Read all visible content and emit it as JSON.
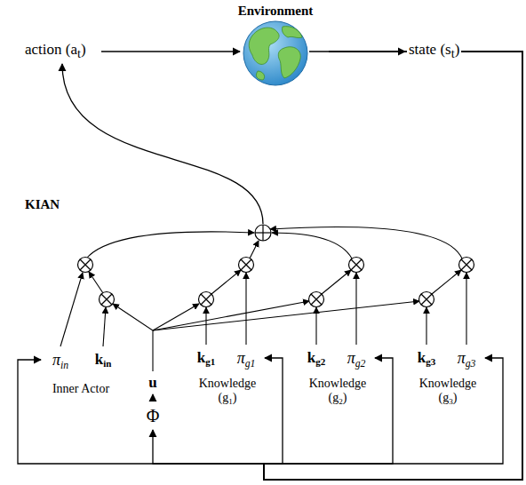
{
  "diagram": {
    "nodes": [
      {
        "text": [
          "Environment"
        ]
      },
      {
        "text": [
          "KIAN"
        ]
      },
      {
        "text": [
          "Inner Actor"
        ],
        "in": 1
      },
      {
        "text": [
          "πin"
        ],
        "in": 2
      },
      {
        "text": [
          "kin"
        ],
        "in": 2
      },
      {
        "text": [
          "u"
        ],
        "in": 1
      },
      {
        "text": [
          "Φ"
        ],
        "in": 1
      },
      {
        "text": [
          "Knowledge (g1)"
        ],
        "in": 1
      },
      {
        "text": [
          "kg1"
        ],
        "in": 7
      },
      {
        "text": [
          "πg1"
        ],
        "in": 7
      },
      {
        "text": [
          "Knowledge (g2)"
        ],
        "in": 1
      },
      {
        "text": [
          "kg2"
        ],
        "in": 10
      },
      {
        "text": [
          "πg2"
        ],
        "in": 10
      },
      {
        "text": [
          "Knowledge (g3)"
        ],
        "in": 1
      },
      {
        "text": [
          "kg3"
        ],
        "in": 13
      },
      {
        "text": [
          "πg3"
        ],
        "in": 13
      }
    ],
    "edges": [
      {
        "from": 6,
        "to": 5,
        "arrow": "to"
      },
      {
        "from": 0,
        "to": 3,
        "arrow": "to"
      },
      {
        "from": 0,
        "to": 6,
        "arrow": "to"
      },
      {
        "from": 0,
        "to": 9,
        "arrow": "to"
      },
      {
        "from": 0,
        "to": 12,
        "arrow": "to"
      },
      {
        "from": 0,
        "to": 15,
        "arrow": "to"
      }
    ],
    "labels": [
      "action (at)",
      "state (st)"
    ]
  }
}
